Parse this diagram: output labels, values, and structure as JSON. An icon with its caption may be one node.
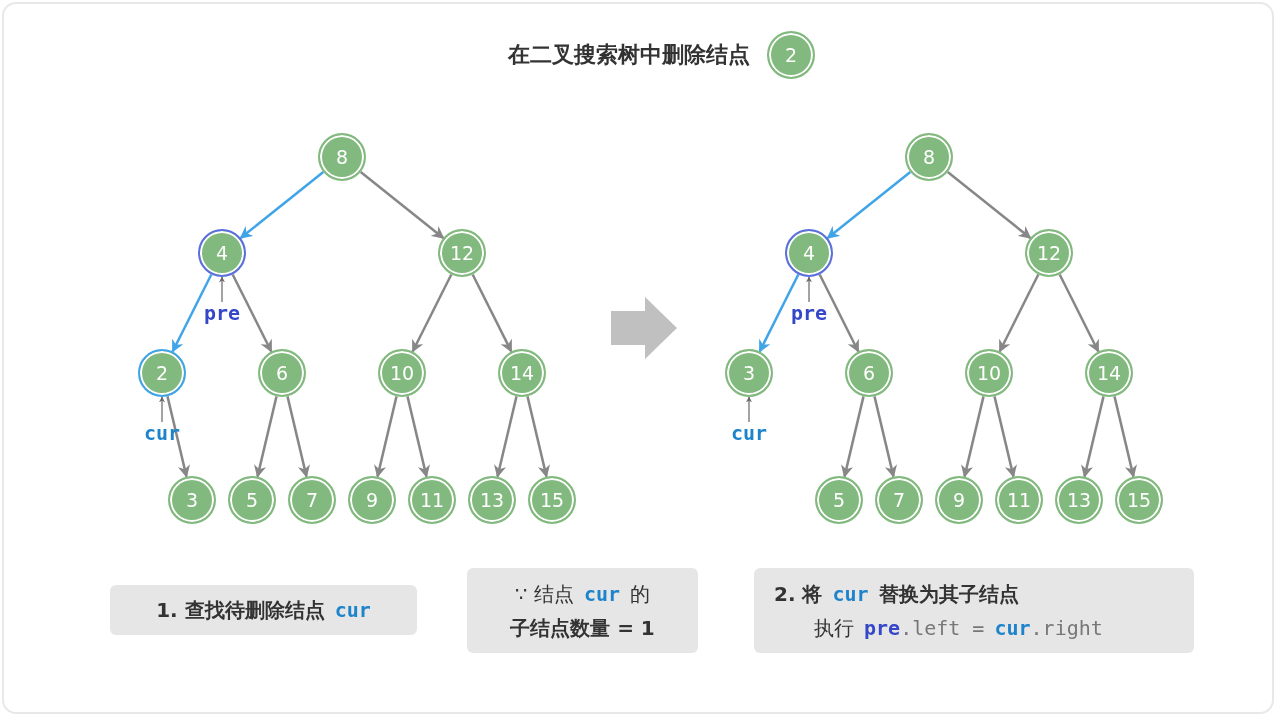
{
  "diagram": {
    "title": "在二叉搜索树中删除结点",
    "nodes": [
      {
        "text": [
          "2"
        ]
      },
      {
        "text": [
          "8"
        ]
      },
      {
        "text": [
          "4"
        ]
      },
      {
        "text": [
          "12"
        ]
      },
      {
        "text": [
          "2"
        ]
      },
      {
        "text": [
          "6"
        ]
      },
      {
        "text": [
          "10"
        ]
      },
      {
        "text": [
          "14"
        ]
      },
      {
        "text": [
          "3"
        ]
      },
      {
        "text": [
          "5"
        ]
      },
      {
        "text": [
          "7"
        ]
      },
      {
        "text": [
          "9"
        ]
      },
      {
        "text": [
          "11"
        ]
      },
      {
        "text": [
          "13"
        ]
      },
      {
        "text": [
          "15"
        ]
      },
      {
        "text": [
          "8"
        ]
      },
      {
        "text": [
          "4"
        ]
      },
      {
        "text": [
          "12"
        ]
      },
      {
        "text": [
          "3"
        ]
      },
      {
        "text": [
          "6"
        ]
      },
      {
        "text": [
          "10"
        ]
      },
      {
        "text": [
          "14"
        ]
      },
      {
        "text": [
          "5"
        ]
      },
      {
        "text": [
          "7"
        ]
      },
      {
        "text": [
          "9"
        ]
      },
      {
        "text": [
          "11"
        ]
      },
      {
        "text": [
          "13"
        ]
      },
      {
        "text": [
          "15"
        ]
      },
      {
        "text": [
          "1. 查找待删除结点",
          "cur"
        ]
      },
      {
        "text": [
          "∵ 结点",
          "cur",
          "的",
          "子结点数量 = 1"
        ]
      },
      {
        "text": [
          "2. 将",
          "cur",
          "替换为其子结点",
          "执行",
          "pre",
          ".left =",
          "cur",
          ".right"
        ]
      },
      {
        "text": [
          "pre"
        ]
      },
      {
        "text": [
          "cur"
        ]
      },
      {
        "text": [
          "pre"
        ]
      },
      {
        "text": [
          "cur"
        ]
      }
    ],
    "edges": [
      {
        "from": 1,
        "to": 2,
        "arrow": "to",
        "color": "#3fa4e8"
      },
      {
        "from": 1,
        "to": 3,
        "arrow": "to"
      },
      {
        "from": 2,
        "to": 4,
        "arrow": "to",
        "color": "#3fa4e8"
      },
      {
        "from": 2,
        "to": 5,
        "arrow": "to"
      },
      {
        "from": 3,
        "to": 6,
        "arrow": "to"
      },
      {
        "from": 3,
        "to": 7,
        "arrow": "to"
      },
      {
        "from": 4,
        "to": 8,
        "arrow": "to"
      },
      {
        "from": 5,
        "to": 9,
        "arrow": "to"
      },
      {
        "from": 5,
        "to": 10,
        "arrow": "to"
      },
      {
        "from": 6,
        "to": 11,
        "arrow": "to"
      },
      {
        "from": 6,
        "to": 12,
        "arrow": "to"
      },
      {
        "from": 7,
        "to": 13,
        "arrow": "to"
      },
      {
        "from": 7,
        "to": 14,
        "arrow": "to"
      },
      {
        "from": 15,
        "to": 16,
        "arrow": "to",
        "color": "#3fa4e8"
      },
      {
        "from": 15,
        "to": 17,
        "arrow": "to"
      },
      {
        "from": 16,
        "to": 18,
        "arrow": "to",
        "color": "#3fa4e8"
      },
      {
        "from": 16,
        "to": 19,
        "arrow": "to"
      },
      {
        "from": 17,
        "to": 20,
        "arrow": "to"
      },
      {
        "from": 17,
        "to": 21,
        "arrow": "to"
      },
      {
        "from": 19,
        "to": 22,
        "arrow": "to"
      },
      {
        "from": 19,
        "to": 23,
        "arrow": "to"
      },
      {
        "from": 20,
        "to": 24,
        "arrow": "to"
      },
      {
        "from": 20,
        "to": 25,
        "arrow": "to"
      },
      {
        "from": 21,
        "to": 26,
        "arrow": "to"
      },
      {
        "from": 21,
        "to": 27,
        "arrow": "to"
      },
      {
        "from": 31,
        "to": 2,
        "arrow": "to"
      },
      {
        "from": 32,
        "to": 4,
        "arrow": "to"
      },
      {
        "from": 33,
        "to": 16,
        "arrow": "to"
      },
      {
        "from": 34,
        "to": 18,
        "arrow": "to"
      }
    ]
  }
}
